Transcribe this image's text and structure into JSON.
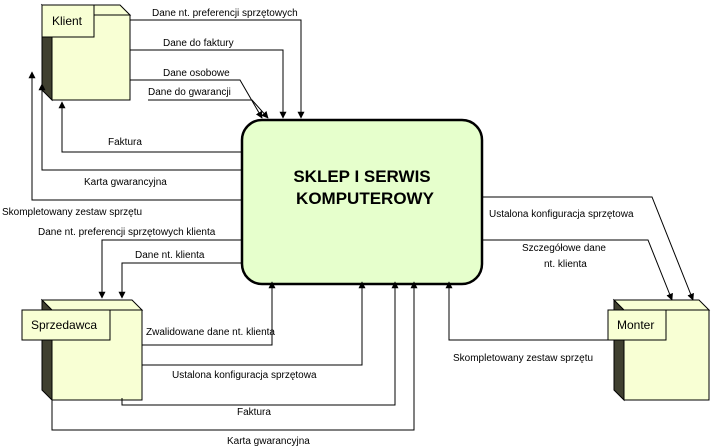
{
  "colors": {
    "fill": "#f8ffd4",
    "center_fill": "#e6ffcc",
    "box_side": "#404030",
    "stroke": "#000000"
  },
  "center": {
    "line1": "SKLEP  I SERWIS",
    "line2": "KOMPUTEROWY"
  },
  "entities": {
    "klient": "Klient",
    "sprzedawca": "Sprzedawca",
    "monter": "Monter"
  },
  "flows": {
    "dane_preferencji": "Dane nt. preferencji sprzętowych",
    "dane_faktury": "Dane do faktury",
    "dane_osobowe": "Dane osobowe",
    "dane_gwarancji": "Dane do gwarancji",
    "faktura_klient": "Faktura",
    "karta_klient": "Karta gwarancyjna",
    "zestaw_klient": "Skompletowany zestaw sprzętu",
    "pref_klienta": "Dane nt. preferencji sprzętowych klienta",
    "dane_klienta": "Dane nt. klienta",
    "zwalidowane": "Zwalidowane dane nt. klienta",
    "konfig_sprzedawca": "Ustalona konfiguracja sprzętowa",
    "faktura_sprzedawca": "Faktura",
    "karta_sprzedawca": "Karta gwarancyjna",
    "konfig_monter": "Ustalona konfiguracja sprzętowa",
    "szczegolowe_1": "Szczegółowe dane",
    "szczegolowe_2": "nt. klienta",
    "zestaw_monter": "Skompletowany zestaw sprzętu"
  }
}
